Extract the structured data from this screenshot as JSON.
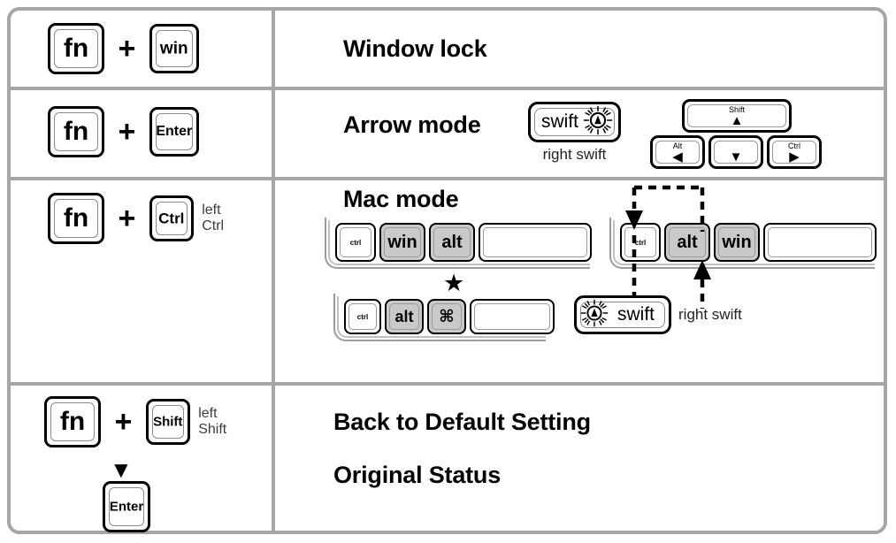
{
  "doc": {
    "title": "Keyboard function key shortcut reference",
    "rows": [
      {
        "id": "window-lock",
        "combo": {
          "key1": "fn",
          "plus": "+",
          "key2": "win"
        },
        "heading": "Window lock"
      },
      {
        "id": "arrow-mode",
        "combo": {
          "key1": "fn",
          "plus": "+",
          "key2": "Enter"
        },
        "heading": "Arrow mode",
        "swift_key": {
          "label": "swift",
          "caption": "right swift",
          "icon": "sun-swift-icon"
        },
        "arrow_cluster": {
          "top": {
            "label": "Shift",
            "glyph": "▲"
          },
          "left": {
            "label": "Alt",
            "glyph": "◀"
          },
          "middle": {
            "label": "",
            "glyph": "▼"
          },
          "right": {
            "label": "Ctrl",
            "glyph": "▶"
          }
        }
      },
      {
        "id": "mac-mode",
        "combo": {
          "key1": "fn",
          "plus": "+",
          "key2": "Ctrl",
          "annotation": [
            "left",
            "Ctrl"
          ]
        },
        "heading": "Mac mode",
        "keyboard_before": {
          "keys": [
            "ctrl",
            "win",
            "alt",
            ""
          ],
          "highlighted": [
            "win",
            "alt"
          ]
        },
        "keyboard_after": {
          "keys": [
            "ctrl",
            "alt",
            "win",
            ""
          ],
          "highlighted": [
            "alt",
            "win"
          ]
        },
        "keyboard_mac": {
          "keys": [
            "ctrl",
            "alt",
            "⌘",
            ""
          ],
          "highlighted": [
            "alt",
            "⌘"
          ],
          "star": "★"
        },
        "swift_key": {
          "label": "swift",
          "caption": "right swift",
          "icon": "sun-swift-icon"
        }
      },
      {
        "id": "default-setting",
        "combo": {
          "key1": "fn",
          "plus": "+",
          "key2": "Shift",
          "annotation": [
            "left",
            "Shift"
          ],
          "then_key": "Enter",
          "arrow": "▼"
        },
        "heading_line1": "Back to Default Setting",
        "heading_line2": "Original Status"
      }
    ],
    "colors": {
      "border": "#a6a6a6",
      "key_outline": "#000000",
      "highlight": "#c9c9c9",
      "background": "#ffffff"
    }
  }
}
